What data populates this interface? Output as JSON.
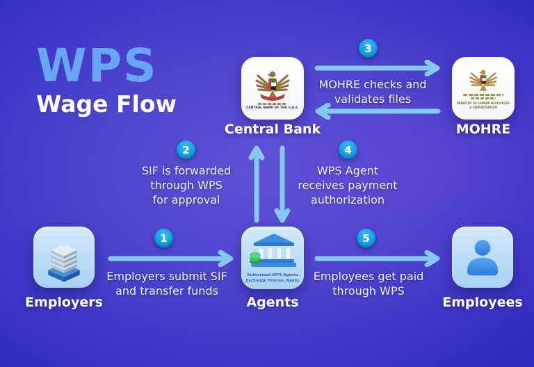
{
  "title": {
    "main": "WPS",
    "subtitle": "Wage Flow"
  },
  "nodes": {
    "central_bank": {
      "label": "Central Bank",
      "logo_caption": "CENTRAL BANK OF THE U.A.E."
    },
    "mohre": {
      "label": "MOHRE",
      "logo_caption": [
        "MINISTRY OF HUMAN RESOURCES",
        "& EMIRATISATION"
      ]
    },
    "employers": {
      "label": "Employers"
    },
    "agents": {
      "label": "Agents",
      "caption": [
        "Authorised WPS Agents",
        "Exchange Houses, Banks"
      ]
    },
    "employees": {
      "label": "Employees"
    }
  },
  "steps": [
    {
      "number": "1",
      "lines": [
        "Employers submit SIF",
        "and transfer funds"
      ]
    },
    {
      "number": "2",
      "lines": [
        "SIF is forwarded",
        "through WPS",
        "for approval"
      ]
    },
    {
      "number": "3",
      "lines": [
        "MOHRE checks and",
        "validates files"
      ]
    },
    {
      "number": "4",
      "lines": [
        "WPS Agent",
        "receives payment",
        "authorization"
      ]
    },
    {
      "number": "5",
      "lines": [
        "Employees get paid",
        "through WPS"
      ]
    }
  ],
  "colors": {
    "background_center": "#5a50d6",
    "background_edge": "#2f2abd",
    "title_accent": "#69a6f1",
    "arrow": "#86c8f0",
    "badge": "#14a1e6",
    "text": "#ffffff",
    "node_card_light": "#bfe0fa",
    "node_card_white": "#ffffff"
  }
}
